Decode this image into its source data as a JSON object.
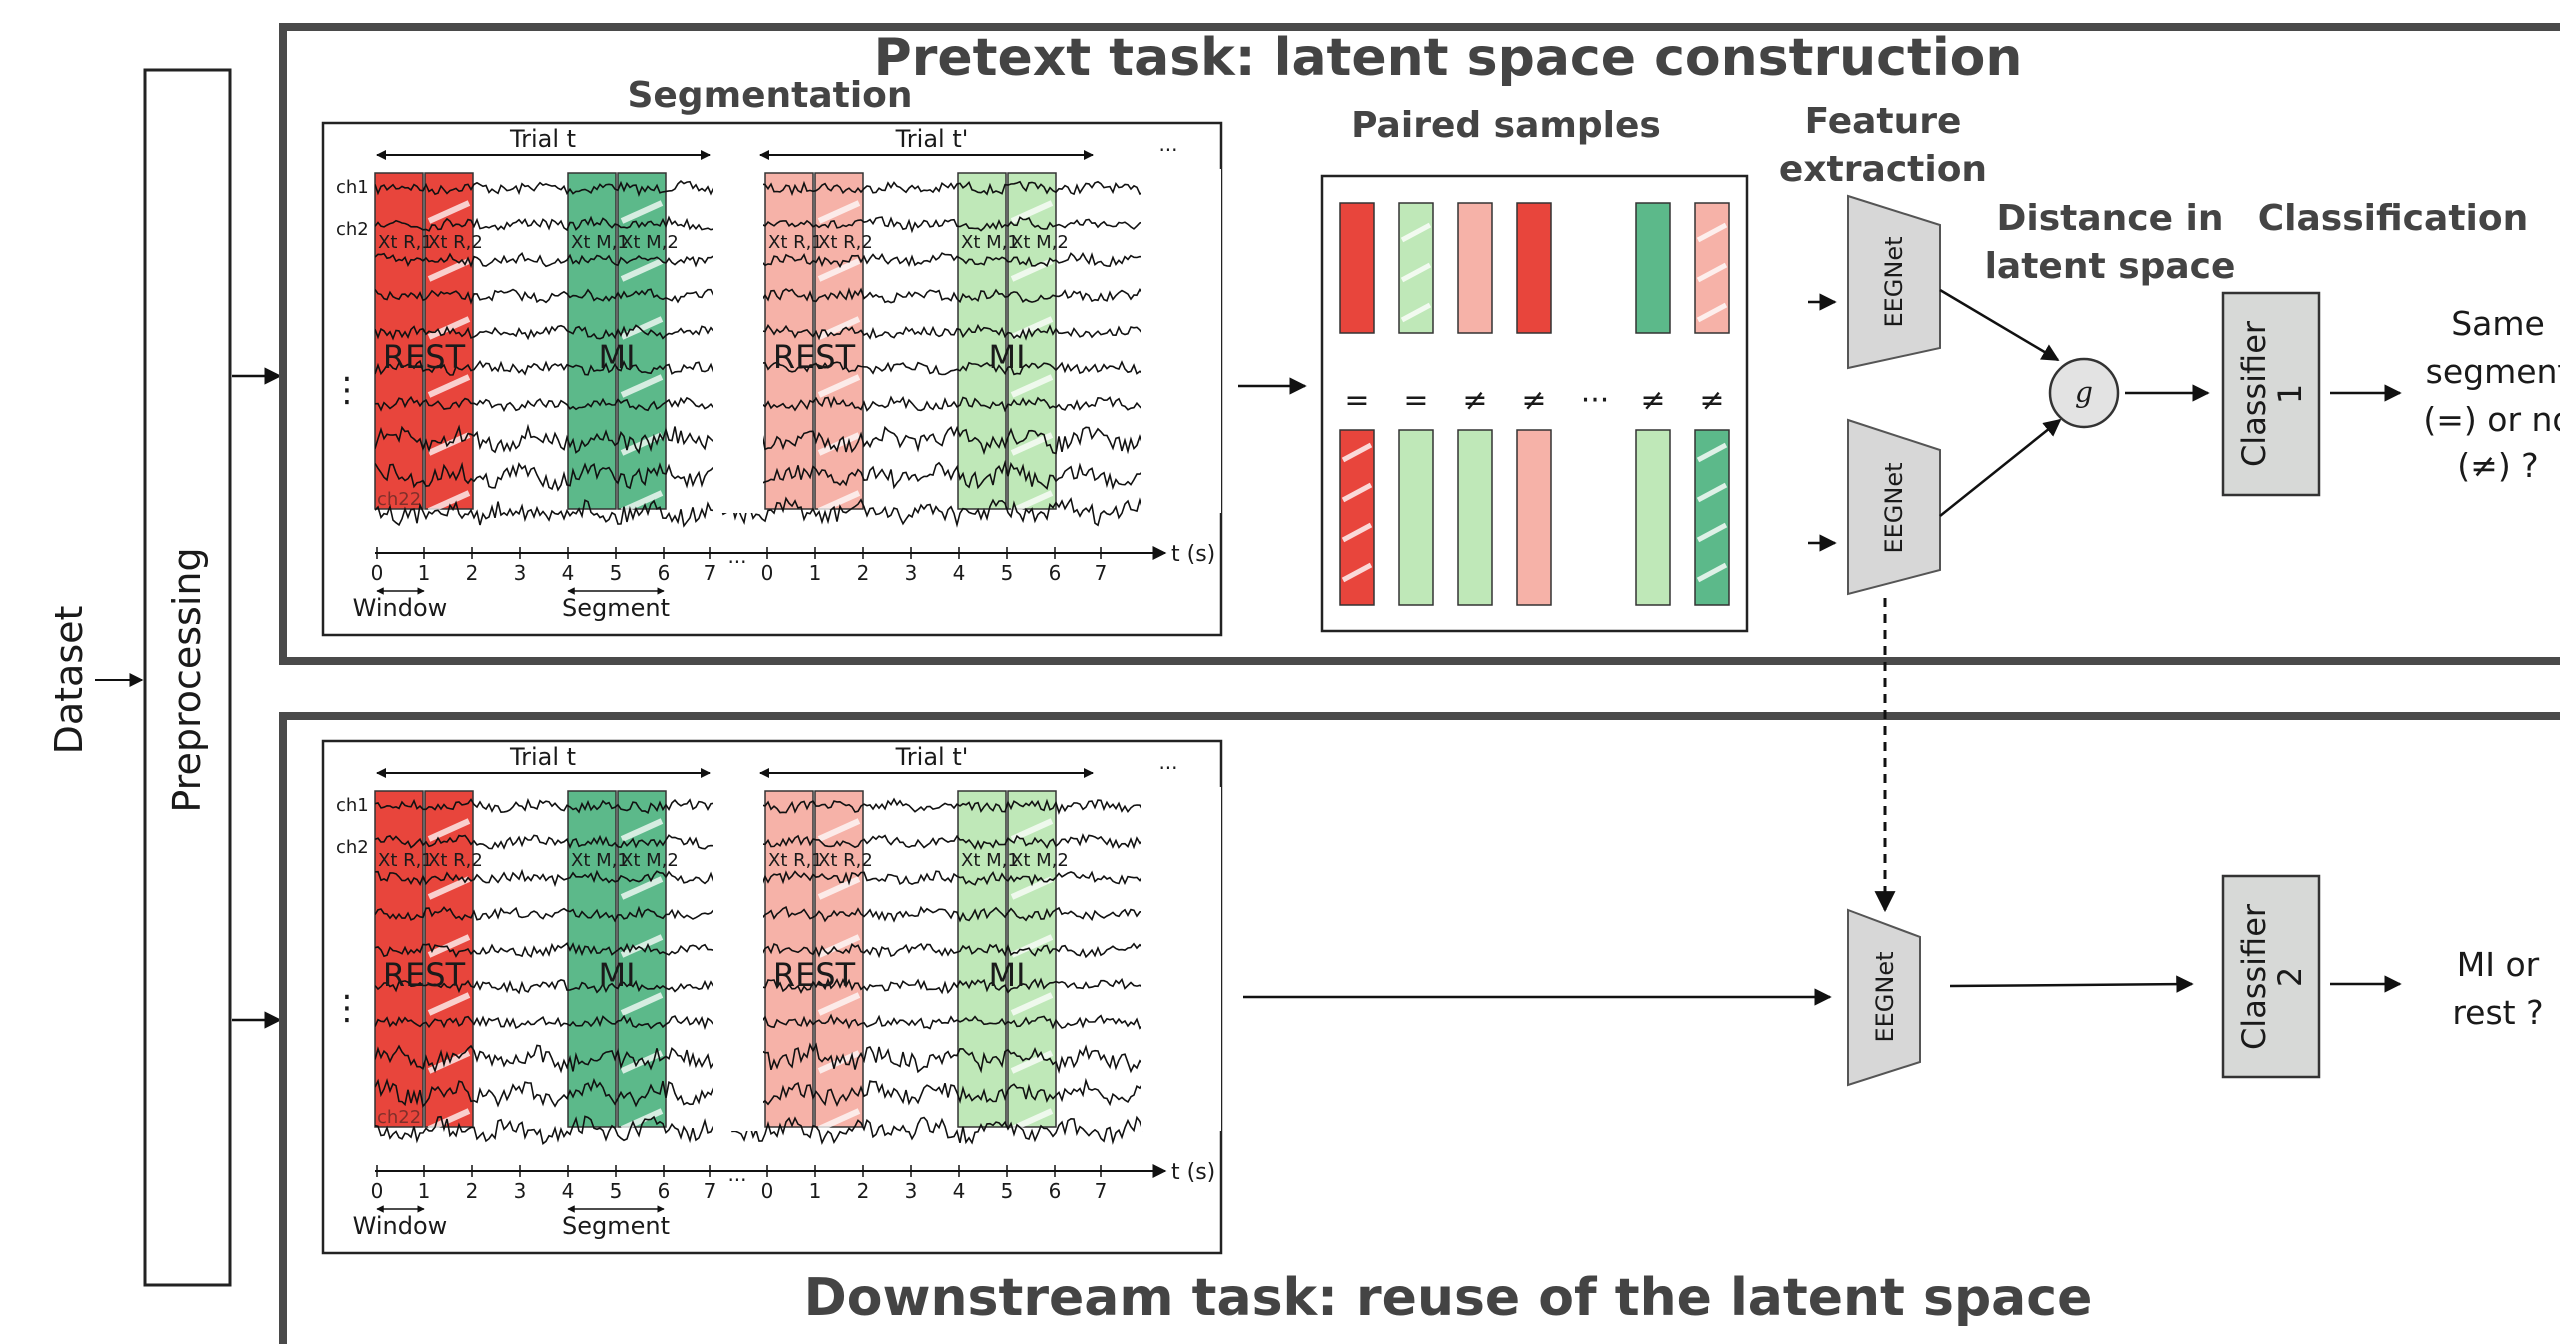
{
  "left": {
    "dataset_label": "Dataset",
    "preprocessing_label": "Preprocessing"
  },
  "pretext": {
    "title": "Pretext task: latent space construction",
    "segmentation_label": "Segmentation",
    "paired_samples_label": "Paired samples",
    "feature_extraction_line1": "Feature",
    "feature_extraction_line2": "extraction",
    "distance_line1": "Distance in",
    "distance_line2": "latent space",
    "classification_label": "Classification",
    "encoder_label": "EEGNet",
    "distance_symbol": "g",
    "classifier_label_line1": "Classifier",
    "classifier_label_line2": "1",
    "output_lines": [
      "Same",
      "segment",
      "(=) or no",
      "(≠) ?"
    ],
    "pair_relations": [
      "=",
      "=",
      "≠",
      "≠",
      "···",
      "≠",
      "≠"
    ]
  },
  "downstream": {
    "title": "Downstream task: reuse of the latent space",
    "encoder_label": "EEGNet",
    "classifier_label_line1": "Classifier",
    "classifier_label_line2": "2",
    "output_lines": [
      "MI or",
      "rest ?"
    ]
  },
  "eeg_panel": {
    "trial_labels": [
      "Trial t",
      "Trial t'"
    ],
    "ellipsis": "···",
    "channel_labels": [
      "ch1",
      "ch2",
      "⋮",
      "ch22"
    ],
    "rest_label": "REST",
    "mi_label": "MI",
    "window_tags": [
      "Xt R,1",
      "Xt R,2",
      "Xt M,1",
      "Xt M,2"
    ],
    "ticks_trial1": [
      "0",
      "1",
      "2",
      "3",
      "4",
      "5",
      "6",
      "7"
    ],
    "ticks_trial2": [
      "0",
      "1",
      "2",
      "3",
      "4",
      "5",
      "6",
      "7"
    ],
    "axis_unit": "t (s)",
    "window_label": "Window",
    "segment_label": "Segment",
    "tick_ellipsis": "···"
  },
  "colors": {
    "rest_strong": "#e8453c",
    "rest_light": "#f6b2a8",
    "mi_strong": "#5cb98a",
    "mi_light": "#bfe8b8",
    "frame_dark": "#4a4a4a",
    "encoder_fill": "#d7d7d7",
    "classifier_fill": "#d7d9d7"
  }
}
